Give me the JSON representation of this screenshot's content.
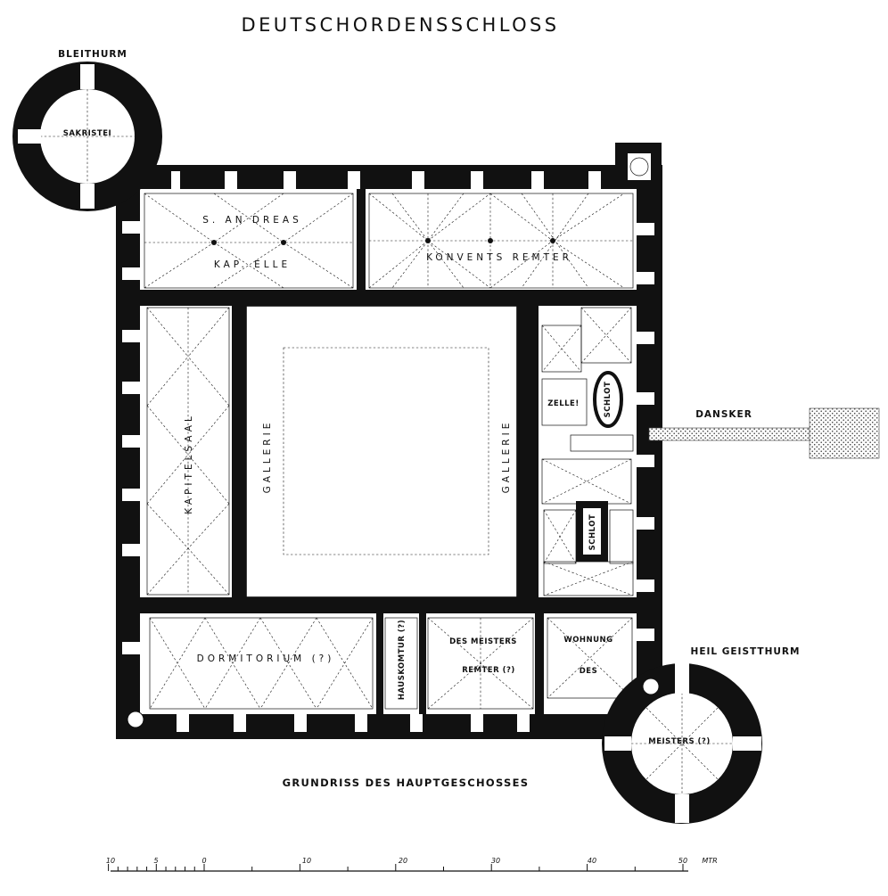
{
  "title": "DEUTSCHORDENSSCHLOSS",
  "subtitle": "GRUNDRISS DES HAUPTGESCHOSSES",
  "towers": {
    "nw": "BLEITHURM",
    "se": "HEIL GEISTTHURM"
  },
  "dansker": "DANSKER",
  "rooms": {
    "sakristei": "SAKRISTEI",
    "kapelle_1": "S. AN DREAS",
    "kapelle_2": "KAP. ELLE",
    "konvent": "KONVENTS REMTER",
    "kapitelsaal": "KAPITELSAAL",
    "gallerie_w": "GALLERIE",
    "gallerie_e": "GALLERIE",
    "zelle": "ZELLE!",
    "schlot_1": "SCHLOT",
    "schlot_2": "SCHLOT",
    "dormitorium": "DORMITORIUM (?)",
    "hauskomtur": "HAUSKOMTUR (?)",
    "meister_remter_1": "DES MEISTERS",
    "meister_remter_2": "REMTER (?)",
    "wohnung_1": "WOHNUNG",
    "wohnung_2": "DES",
    "meisters": "MEISTERS (?)"
  },
  "scale": {
    "labels": [
      "10",
      "5",
      "0",
      "10",
      "20",
      "30",
      "40",
      "50"
    ],
    "unit": "MTR"
  }
}
